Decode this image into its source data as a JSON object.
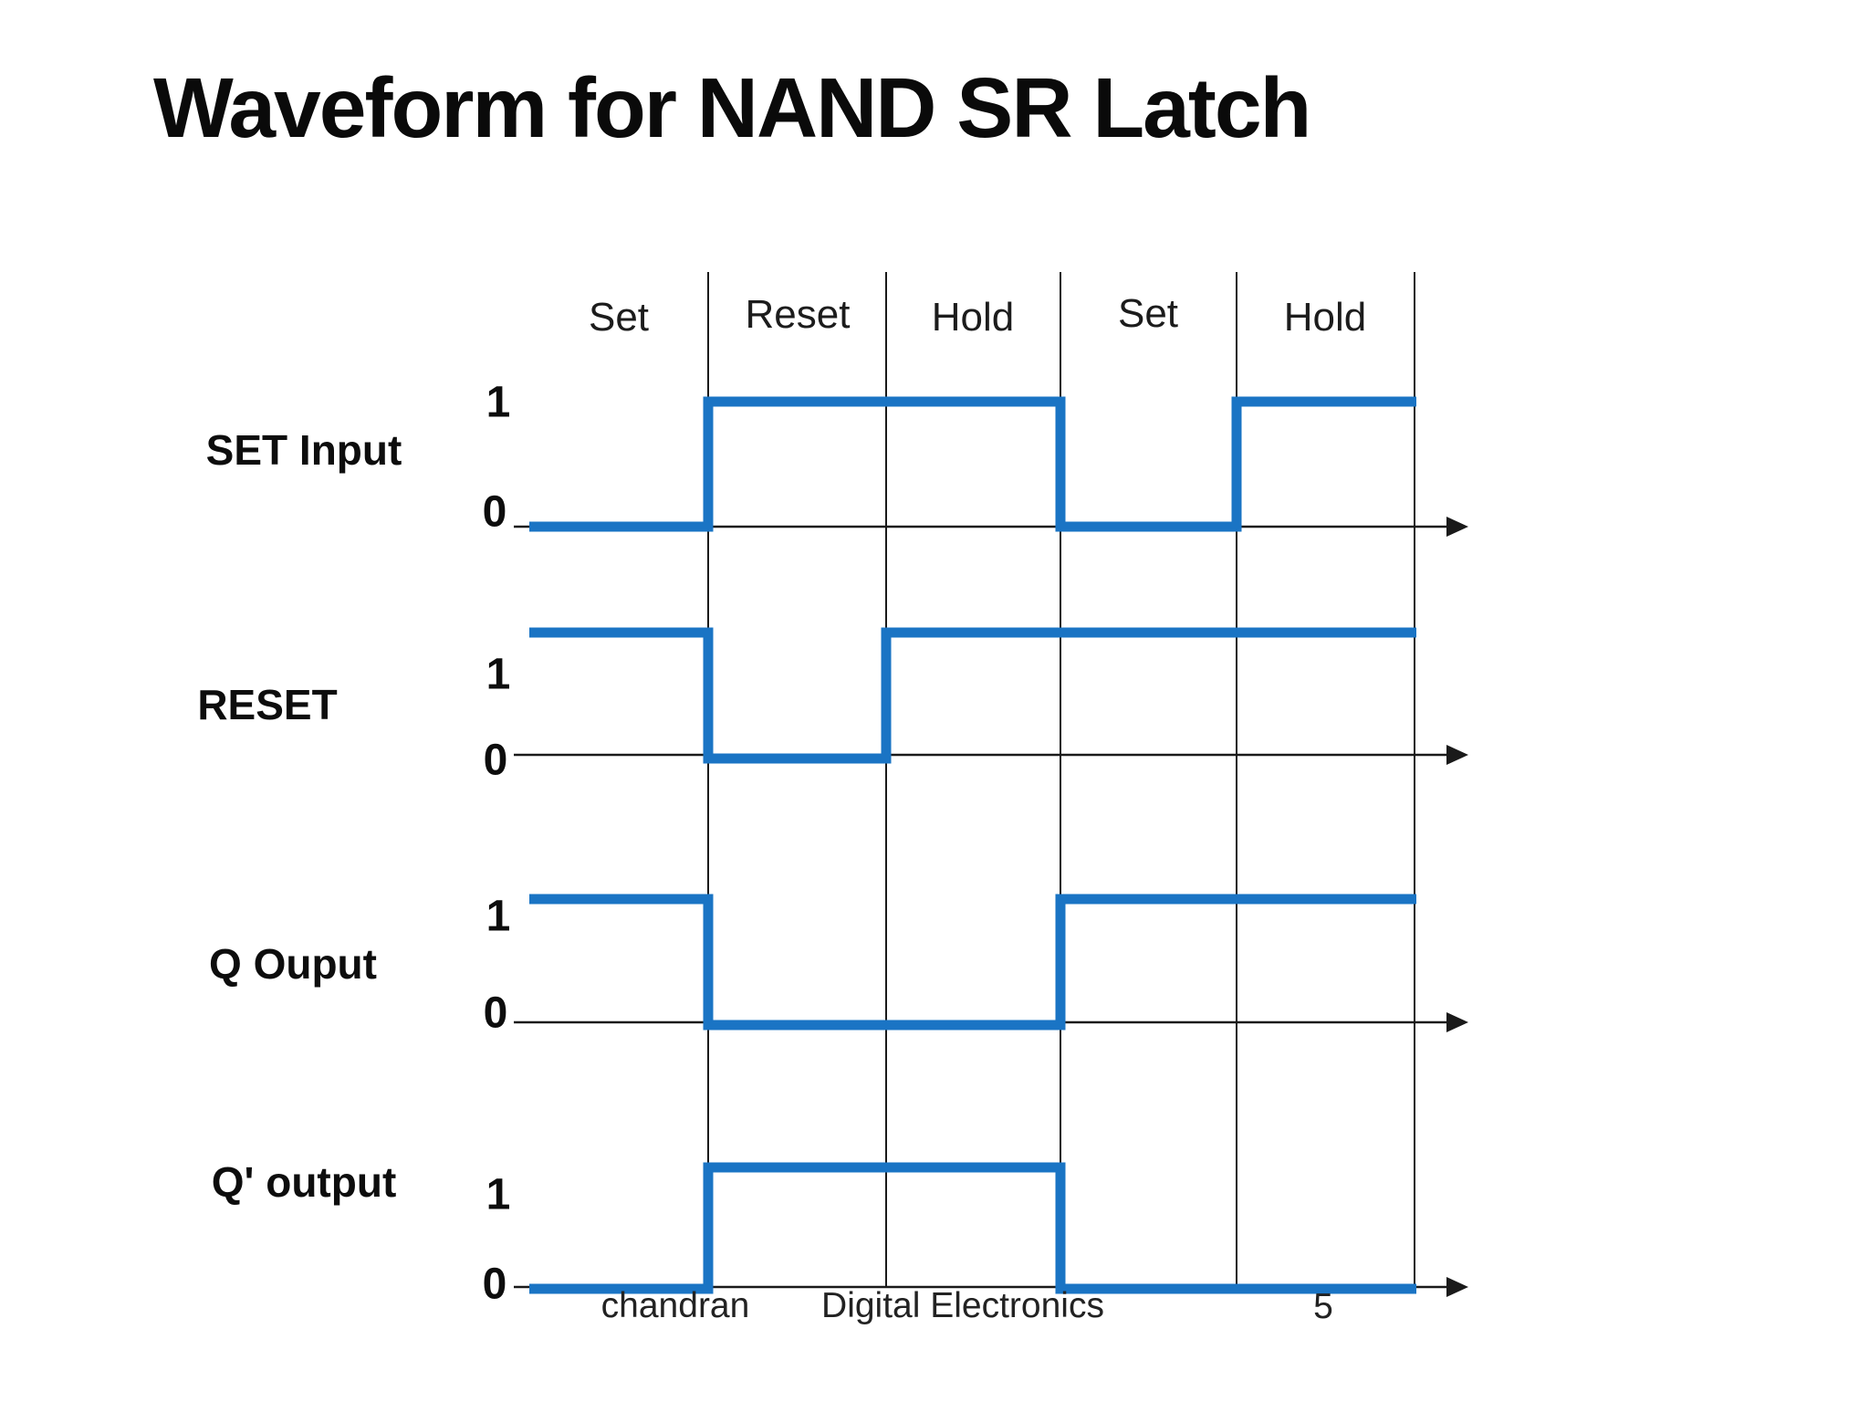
{
  "title": "Waveform for NAND SR Latch",
  "regions": [
    "Set",
    "Reset",
    "Hold",
    "Set",
    "Hold"
  ],
  "level_labels": {
    "one": "1",
    "zero": "0"
  },
  "footer": {
    "author": "chandran",
    "course": "Digital Electronics",
    "page": "5"
  },
  "colors": {
    "waveform": "#1A74C4",
    "grid": "#1a1a1a",
    "axis": "#1a1a1a",
    "text": "#111111",
    "background": "#FFFFFF"
  },
  "chart_data": {
    "type": "line",
    "subtype": "digital-timing-diagram",
    "title": "Waveform for NAND SR Latch",
    "xlabel": "",
    "ylabel": "",
    "x_regions": [
      "Set",
      "Reset",
      "Hold",
      "Set",
      "Hold"
    ],
    "y_levels": [
      0,
      1
    ],
    "grid": "vertical-region-separators",
    "signals": [
      {
        "name": "SET Input",
        "levels_by_region": [
          0,
          1,
          1,
          0,
          1
        ]
      },
      {
        "name": "RESET",
        "levels_by_region": [
          1,
          0,
          1,
          1,
          1
        ]
      },
      {
        "name": "Q Ouput",
        "levels_by_region": [
          1,
          0,
          0,
          1,
          1
        ]
      },
      {
        "name": "Q' output",
        "levels_by_region": [
          0,
          1,
          1,
          0,
          0
        ]
      }
    ]
  }
}
